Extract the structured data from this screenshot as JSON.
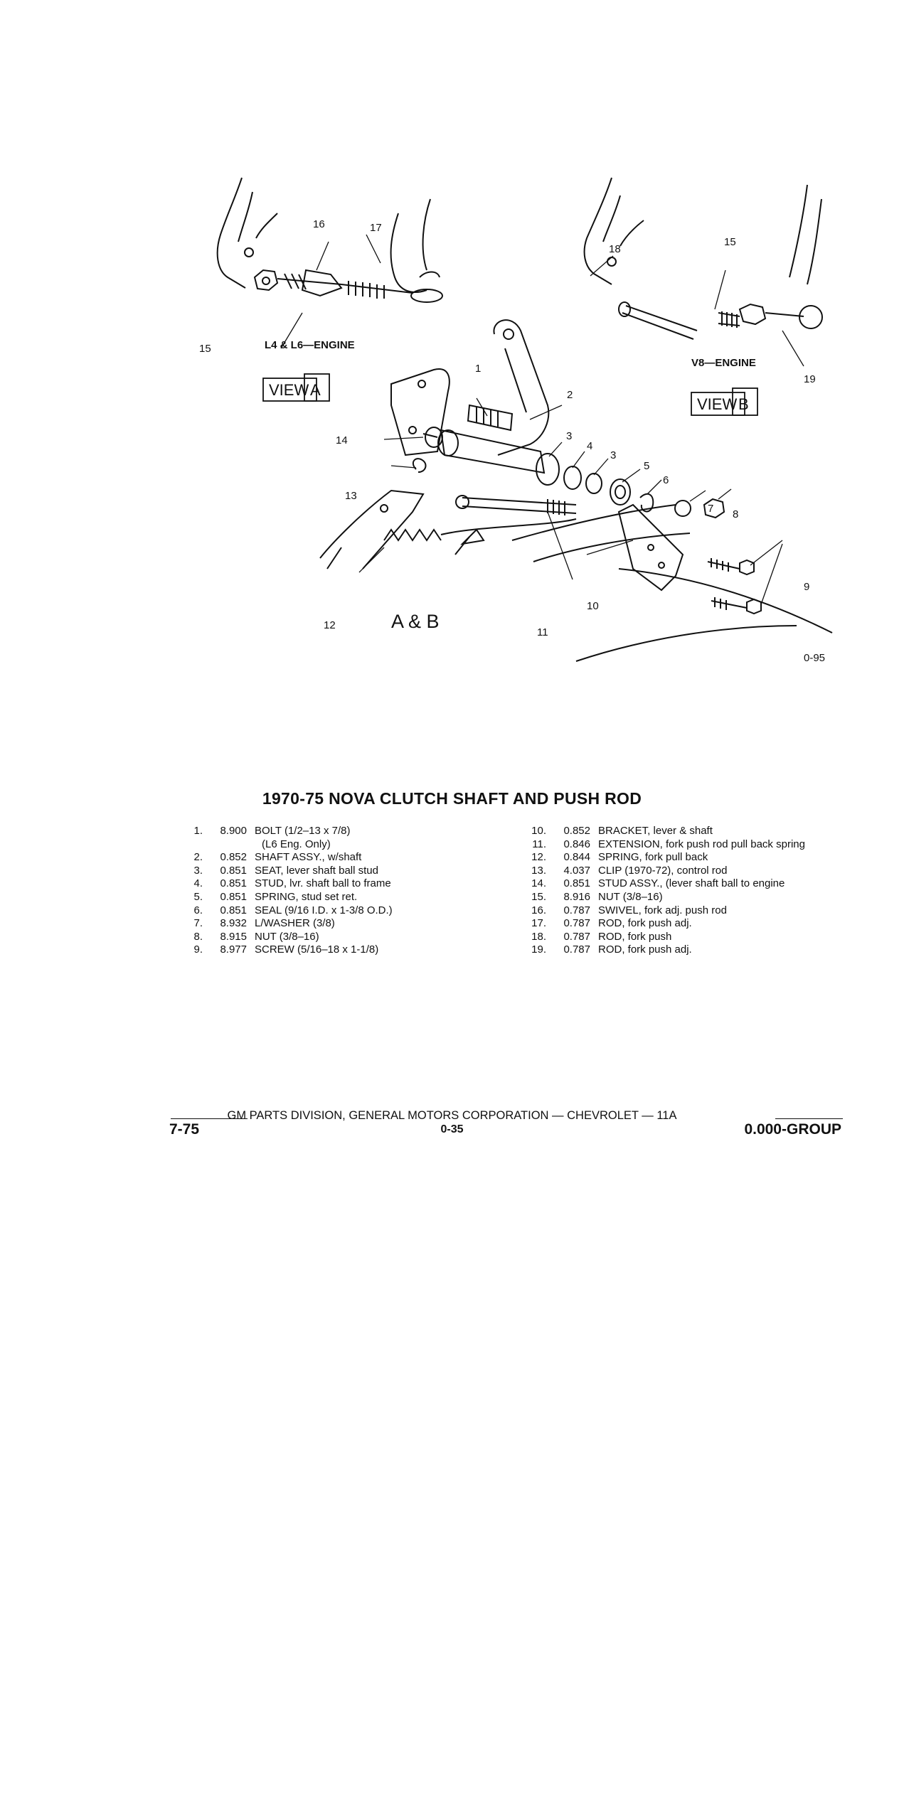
{
  "diagram": {
    "callouts": {
      "c1": "1",
      "c2": "2",
      "c3a": "3",
      "c3b": "3",
      "c4": "4",
      "c5": "5",
      "c6": "6",
      "c7": "7",
      "c8": "8",
      "c9": "9",
      "c10": "10",
      "c11": "11",
      "c12": "12",
      "c13": "13",
      "c14": "14",
      "c15a": "15",
      "c15b": "15",
      "c16": "16",
      "c17": "17",
      "c18": "18",
      "c19": "19"
    },
    "view_a_caption": "L4 & L6—ENGINE",
    "view_b_caption": "V8—ENGINE",
    "view_word": "VIEW",
    "view_a_letter": "A",
    "view_b_letter": "B",
    "ab_label": "A & B",
    "figure_code": "0-95"
  },
  "title": "1970-75 NOVA CLUTCH SHAFT AND PUSH ROD",
  "parts_left": [
    {
      "n": "1.",
      "code": "8.900",
      "desc": "BOLT (1/2–13 x 7/8)"
    },
    {
      "n": "",
      "code": "",
      "desc": "(L6 Eng. Only)"
    },
    {
      "n": "2.",
      "code": "0.852",
      "desc": "SHAFT ASSY., w/shaft"
    },
    {
      "n": "3.",
      "code": "0.851",
      "desc": "SEAT, lever shaft ball stud"
    },
    {
      "n": "4.",
      "code": "0.851",
      "desc": "STUD, lvr. shaft ball to frame"
    },
    {
      "n": "5.",
      "code": "0.851",
      "desc": "SPRING, stud set ret."
    },
    {
      "n": "6.",
      "code": "0.851",
      "desc": "SEAL (9/16 I.D. x 1-3/8 O.D.)"
    },
    {
      "n": "7.",
      "code": "8.932",
      "desc": "L/WASHER (3/8)"
    },
    {
      "n": "8.",
      "code": "8.915",
      "desc": "NUT (3/8–16)"
    },
    {
      "n": "9.",
      "code": "8.977",
      "desc": "SCREW (5/16–18 x 1-1/8)"
    }
  ],
  "parts_right": [
    {
      "n": "10.",
      "code": "0.852",
      "desc": "BRACKET, lever & shaft"
    },
    {
      "n": "11.",
      "code": "0.846",
      "desc": "EXTENSION, fork push rod pull back spring"
    },
    {
      "n": "12.",
      "code": "0.844",
      "desc": "SPRING, fork pull back"
    },
    {
      "n": "13.",
      "code": "4.037",
      "desc": "CLIP (1970-72), control rod"
    },
    {
      "n": "14.",
      "code": "0.851",
      "desc": "STUD ASSY., (lever shaft ball to engine"
    },
    {
      "n": "15.",
      "code": "8.916",
      "desc": "NUT (3/8–16)"
    },
    {
      "n": "16.",
      "code": "0.787",
      "desc": "SWIVEL, fork adj. push rod"
    },
    {
      "n": "17.",
      "code": "0.787",
      "desc": "ROD, fork push adj."
    },
    {
      "n": "18.",
      "code": "0.787",
      "desc": "ROD, fork push"
    },
    {
      "n": "19.",
      "code": "0.787",
      "desc": "ROD, fork push adj."
    }
  ],
  "footer": {
    "division": "GM PARTS DIVISION, GENERAL MOTORS CORPORATION — CHEVROLET — 11A",
    "date": "7-75",
    "page": "0-35",
    "group": "0.000-GROUP"
  }
}
